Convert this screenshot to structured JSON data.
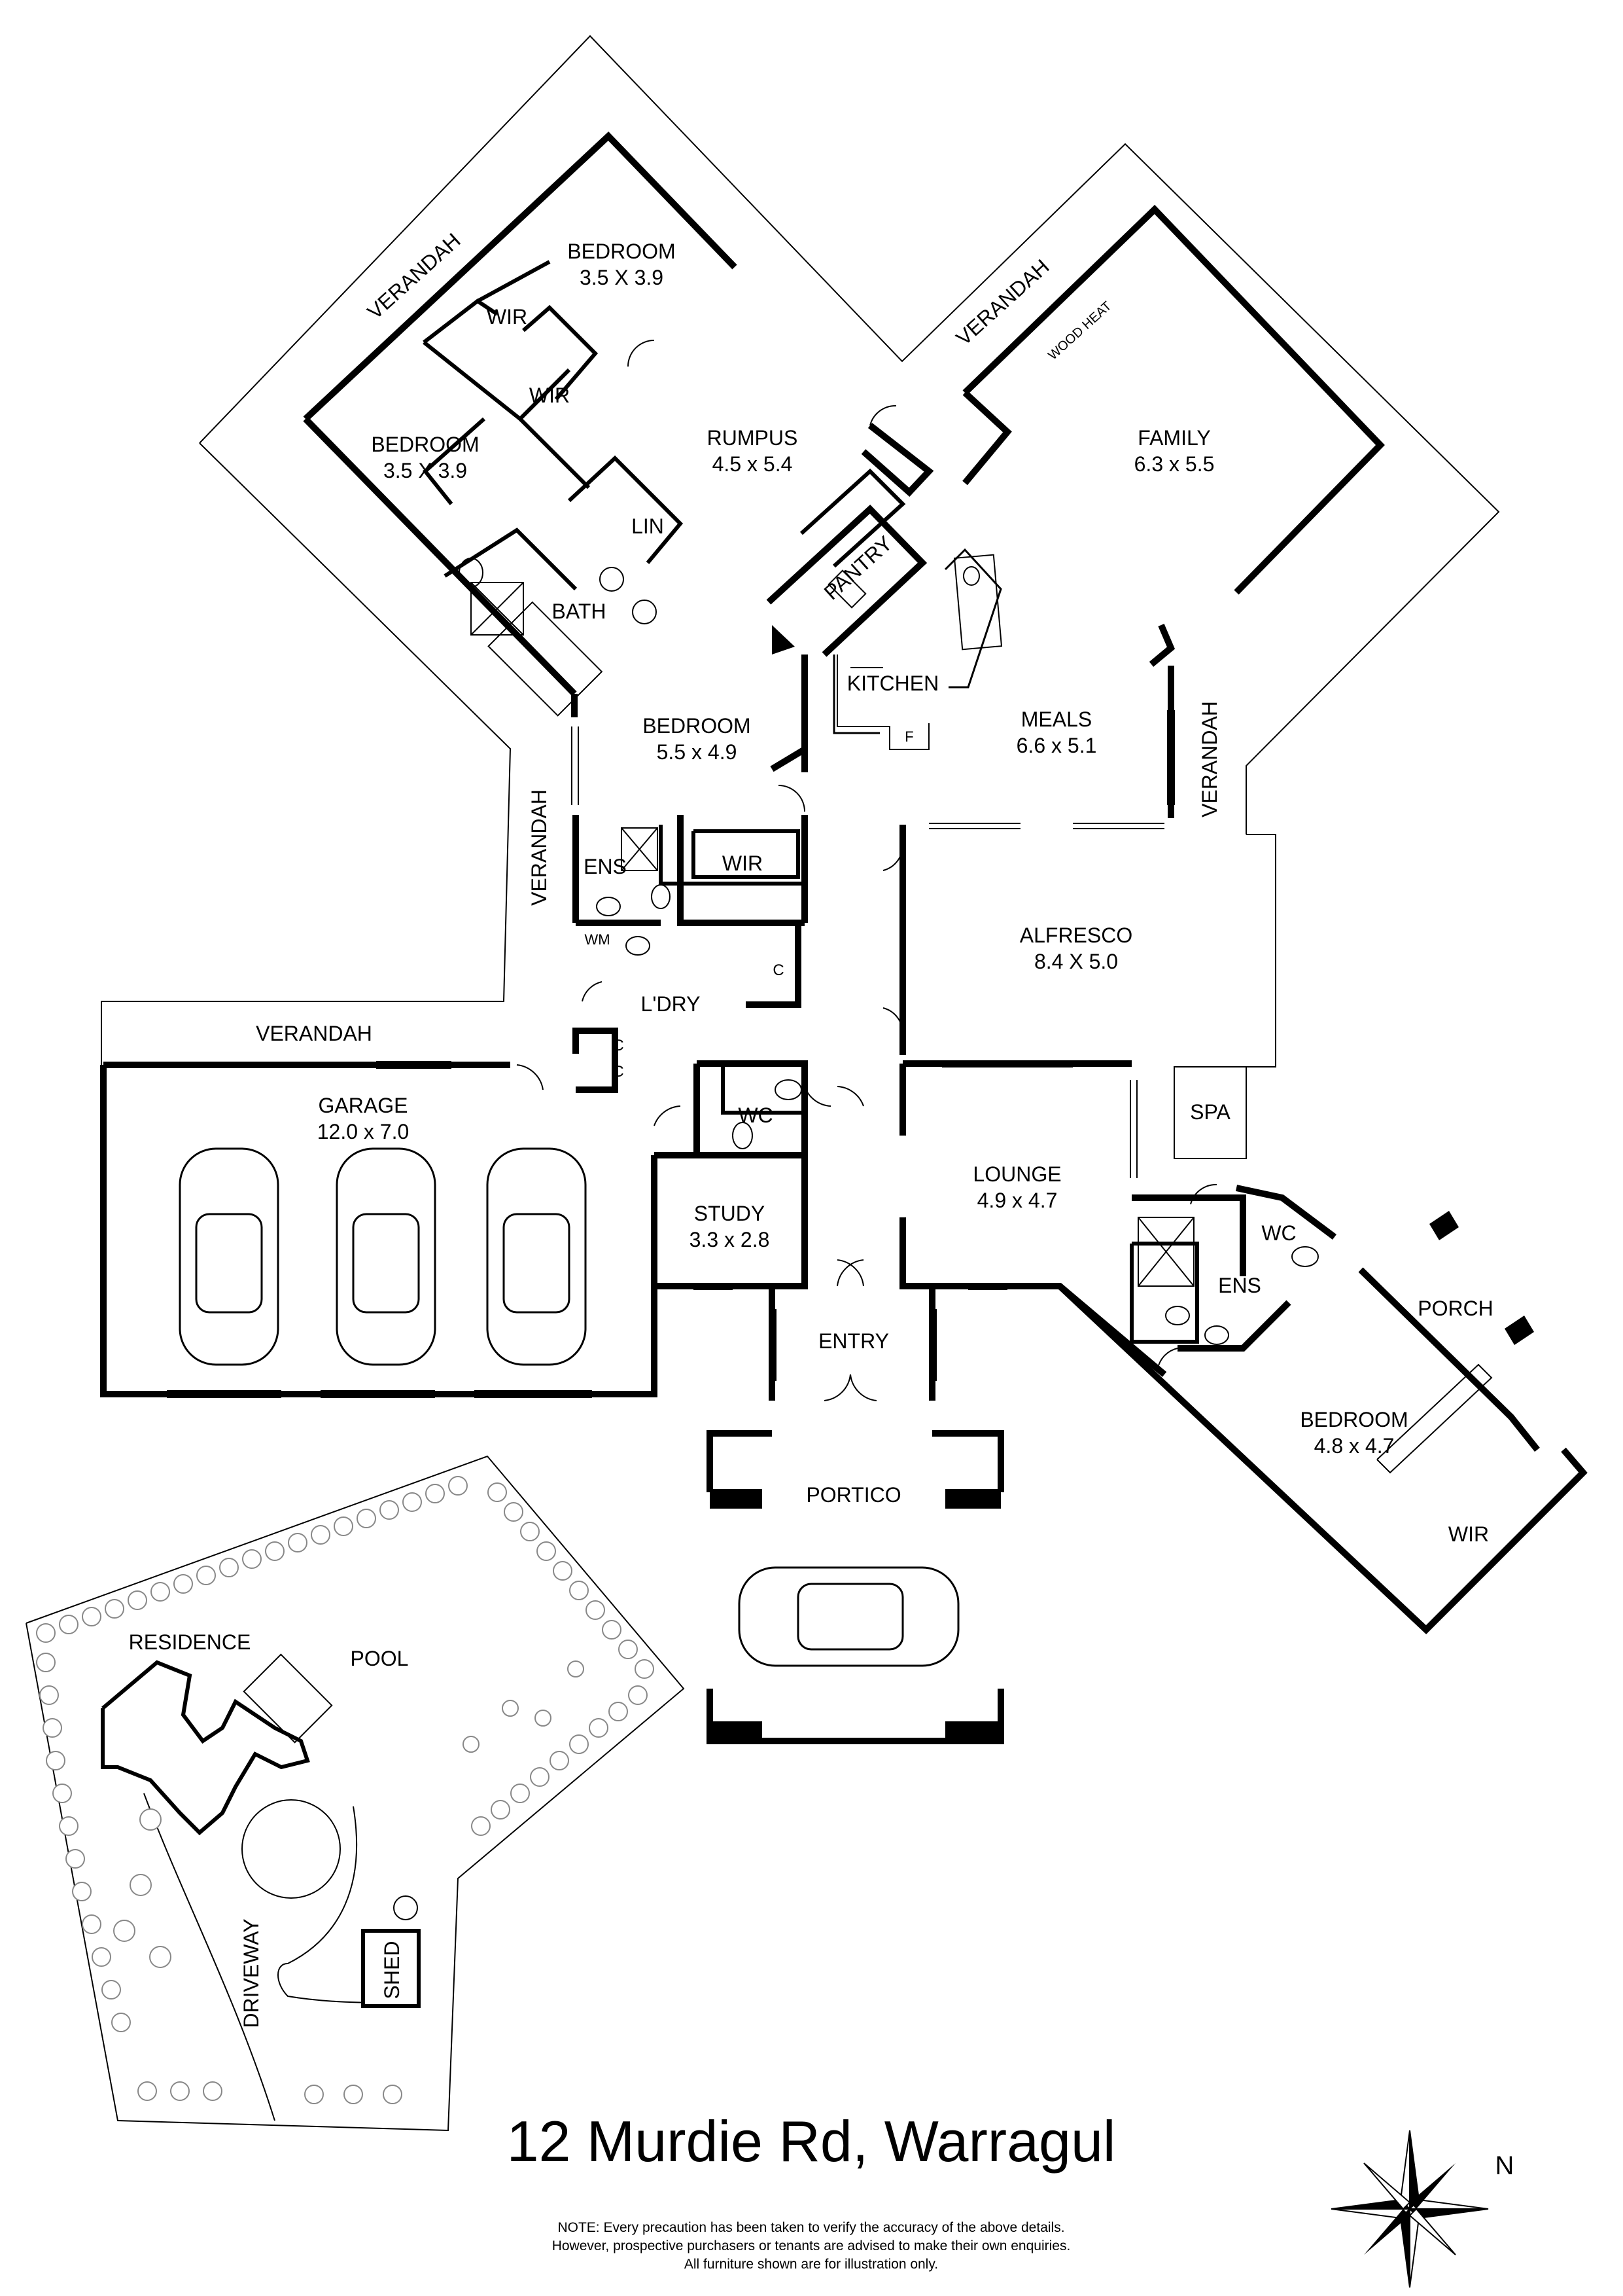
{
  "rooms": {
    "bedroom_ne": {
      "name": "BEDROOM",
      "size": "3.5 X 3.9"
    },
    "bedroom_nw": {
      "name": "BEDROOM",
      "size": "3.5 X 3.9"
    },
    "wir_1": "WIR",
    "wir_2": "WIR",
    "rumpus": {
      "name": "RUMPUS",
      "size": "4.5 x 5.4"
    },
    "lin": "LIN",
    "bath": "BATH",
    "pantry": "PANTRY",
    "kitchen": "KITCHEN",
    "fridge": "F",
    "family": {
      "name": "FAMILY",
      "size": "6.3 x 5.5"
    },
    "wood_heat": "WOOD HEAT",
    "meals": {
      "name": "MEALS",
      "size": "6.6 x 5.1"
    },
    "bedroom_master": {
      "name": "BEDROOM",
      "size": "5.5 x 4.9"
    },
    "ens_1": "ENS",
    "wir_3": "WIR",
    "wm": "WM",
    "cupboard_1": "C",
    "laundry": "L'DRY",
    "cupboard_2": "C",
    "cupboard_3": "C",
    "alfresco": {
      "name": "ALFRESCO",
      "size": "8.4 X 5.0"
    },
    "garage": {
      "name": "GARAGE",
      "size": "12.0 x 7.0"
    },
    "wc_1": "WC",
    "study": {
      "name": "STUDY",
      "size": "3.3 x 2.8"
    },
    "lounge": {
      "name": "LOUNGE",
      "size": "4.9 x 4.7"
    },
    "spa": "SPA",
    "wc_2": "WC",
    "ens_2": "ENS",
    "porch": "PORCH",
    "entry": "ENTRY",
    "bedroom_se": {
      "name": "BEDROOM",
      "size": "4.8 x 4.7"
    },
    "wir_4": "WIR",
    "portico": "PORTICO"
  },
  "verandahs": [
    "VERANDAH",
    "VERANDAH",
    "VERANDAH",
    "VERANDAH",
    "VERANDAH"
  ],
  "site": {
    "residence": "RESIDENCE",
    "pool": "POOL",
    "driveway": "DRIVEWAY",
    "shed": "SHED"
  },
  "compass": {
    "north": "N"
  },
  "address": "12 Murdie Rd, Warragul",
  "disclaimer": [
    "NOTE: Every precaution has been taken to verify the accuracy of the above details.",
    "However, prospective purchasers or tenants are advised to make their own enquiries.",
    "All furniture shown are for illustration only."
  ]
}
